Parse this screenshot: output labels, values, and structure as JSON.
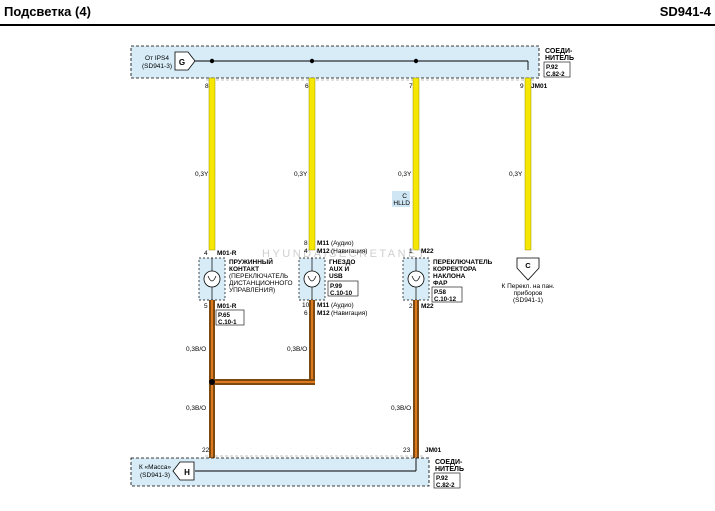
{
  "header": {
    "title": "Подсветка (4)",
    "code": "SD941-4"
  },
  "colors": {
    "yellow_wire": "#f5e700",
    "brown_wire": "#7a4a10",
    "orange_stripe": "#e0781e",
    "box_fill": "#d7ecf7",
    "highlight_fill": "#cfe7f5"
  },
  "top_connector": {
    "from_label": "От IPS4",
    "from_ref": "(SD941-3)",
    "signal": "G",
    "title_1": "СОЕДИ-",
    "title_2": "НИТЕЛЬ",
    "ref_1": "P.92",
    "ref_2": "C.82-2",
    "pins": [
      "8",
      "6",
      "7",
      "9"
    ],
    "pin_id": "JM01"
  },
  "wires": {
    "yellow_size": "0,3Y",
    "brown_size": "0,3B/O"
  },
  "hlld": {
    "line1": "C",
    "line2": "HLLD"
  },
  "watermark": "HYUNDAISECRETANET",
  "spring": {
    "pin_top": "4",
    "conn_top": "M01-R",
    "name": [
      "ПРУЖИННЫЙ",
      "КОНТАКТ"
    ],
    "desc": [
      "(ПЕРЕКЛЮЧАТЕЛЬ",
      "ДИСТАНЦИОННОГО",
      "УПРАВЛЕНИЯ)"
    ],
    "pin_bottom": "5",
    "conn_bottom": "M01-R",
    "ref_1": "P.65",
    "ref_2": "C.10-1"
  },
  "aux": {
    "pin_top_a": "8",
    "conn_top_a": "M11",
    "note_a": "(Аудио)",
    "pin_top_b": "4",
    "conn_top_b": "M12",
    "note_b": "(Навигация)",
    "name": [
      "ГНЕЗДО",
      "AUX И",
      "USB"
    ],
    "ref_1": "P.99",
    "ref_2": "C.10-10",
    "pin_bot_a": "10",
    "conn_bot_a": "M11",
    "note_bot_a": "(Аудио)",
    "pin_bot_b": "6",
    "conn_bot_b": "M12",
    "note_bot_b": "(Навигация)"
  },
  "leveling": {
    "pin_top": "1",
    "conn_top": "M22",
    "name": [
      "ПЕРЕКЛЮЧАТЕЛЬ",
      "КОРРЕКТОРА",
      "НАКЛОНА",
      "ФАР"
    ],
    "ref_1": "P.58",
    "ref_2": "C.10-12",
    "pin_bottom": "2",
    "conn_bottom": "M22"
  },
  "panel": {
    "signal": "C",
    "lines": [
      "К Перекл. на пан.",
      "приборов",
      "(SD941-1)"
    ]
  },
  "bottom_connector": {
    "to_label": "К «Масса»",
    "to_ref": "(SD941-3)",
    "signal": "H",
    "pins": [
      "22",
      "23"
    ],
    "pin_id": "JM01",
    "title_1": "СОЕДИ-",
    "title_2": "НИТЕЛЬ",
    "ref_1": "P.92",
    "ref_2": "C.82-2"
  }
}
